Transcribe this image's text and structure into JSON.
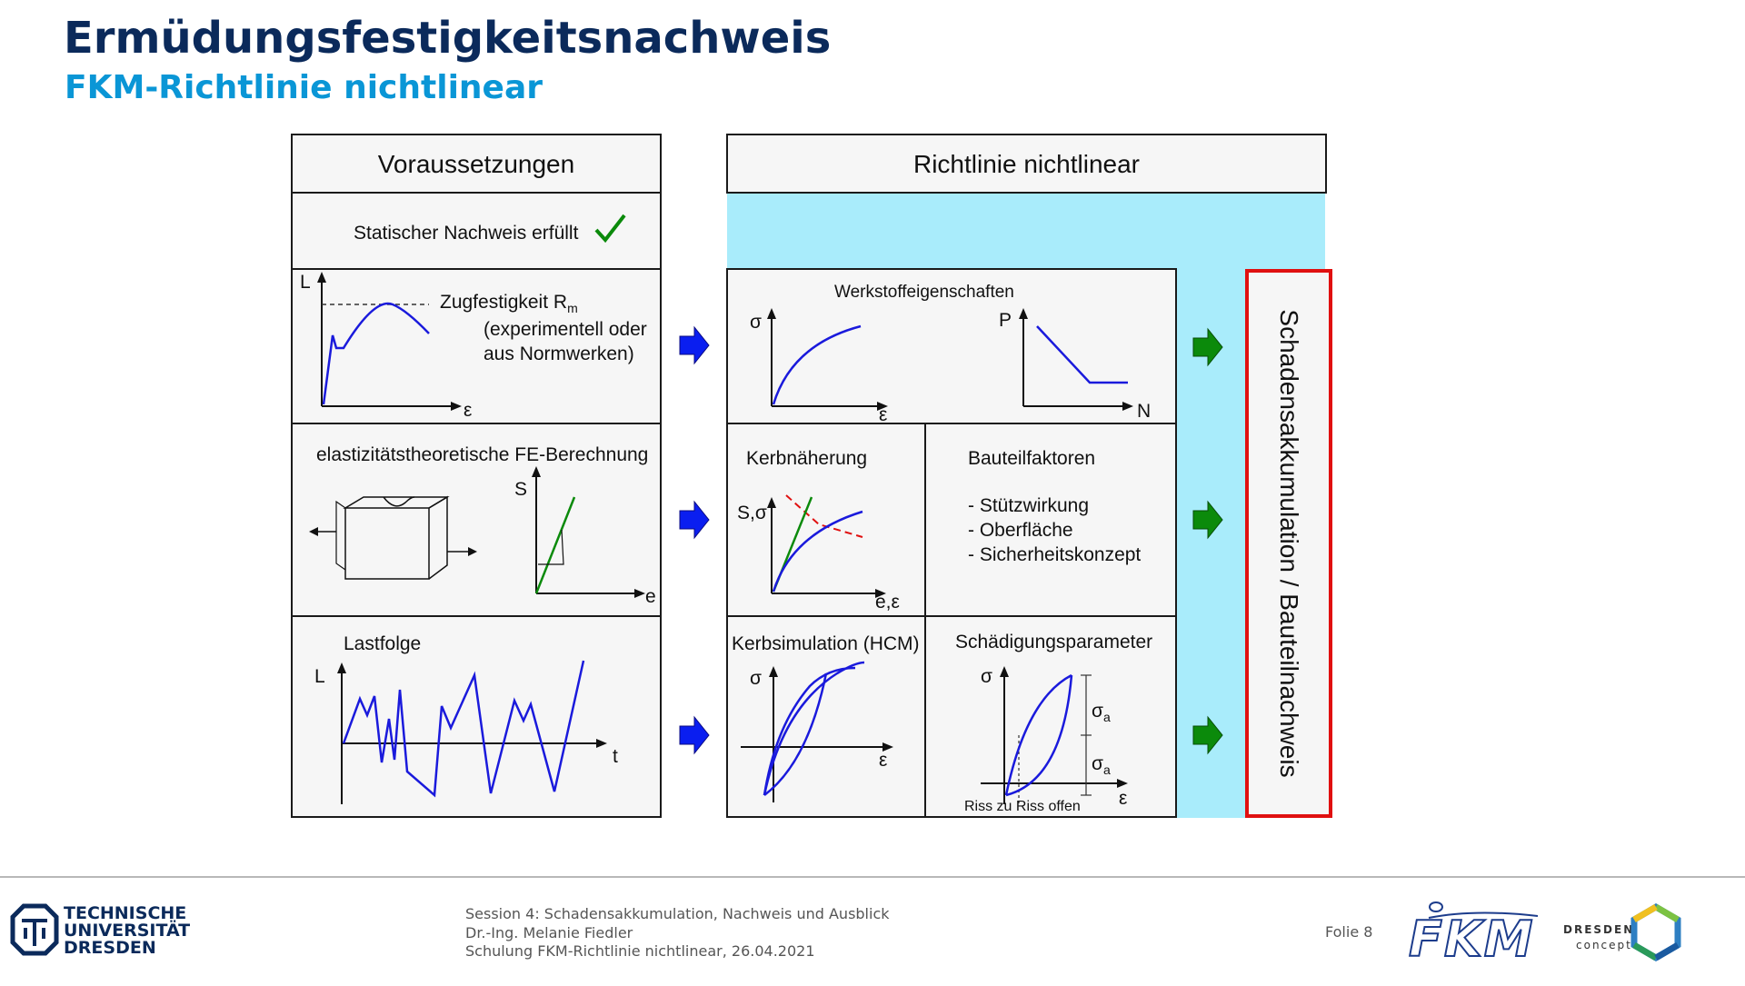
{
  "header": {
    "title": "Ermüdungsfestigkeitsnachweis",
    "subtitle": "FKM-Richtlinie nichtlinear"
  },
  "left": {
    "heading": "Voraussetzungen",
    "static": "Statischer Nachweis erfüllt",
    "tensile_line1": "Zugfestigkeit R",
    "tensile_sub": "m",
    "tensile_line2": "(experimentell oder",
    "tensile_line3": "aus Normwerken)",
    "tensile_axis_y": "L",
    "tensile_axis_x": "ε",
    "fe_title": "elastizitätstheoretische FE-Berechnung",
    "fe_axis_y": "S",
    "fe_axis_x": "e",
    "load_title": "Lastfolge",
    "load_axis_y": "L",
    "load_axis_x": "t"
  },
  "right": {
    "heading": "Richtlinie nichtlinear",
    "material_title": "Werkstoffeigenschaften",
    "material_axis_sigma": "σ",
    "material_axis_eps": "ε",
    "material_axis_p": "P",
    "material_axis_n": "N",
    "notch_title": "Kerbnäherung",
    "notch_axis_y": "S,σ",
    "notch_axis_x": "e,ε",
    "component_title": "Bauteilfaktoren",
    "component_items": [
      "- Stützwirkung",
      "- Oberfläche",
      "- Sicherheitskonzept"
    ],
    "hcm_title": "Kerbsimulation (HCM)",
    "hcm_axis_y": "σ",
    "hcm_axis_x": "ε",
    "damage_title": "Schädigungsparameter",
    "damage_axis_y": "σ",
    "damage_axis_x": "ε",
    "damage_sa1": "σ",
    "damage_sa1_sub": "a",
    "damage_sa2": "σ",
    "damage_sa2_sub": "a",
    "damage_crack": "Riss zu  Riss offen",
    "result": "Schadensakkumulation / Bauteilnachweis"
  },
  "colors": {
    "title": "#0b2a5b",
    "subtitle": "#0a96d6",
    "blue_arrow": "#0a1ef0",
    "green_arrow": "#0b8a0b",
    "cyan_band": "#a9ecfb",
    "result_border": "#e01010",
    "curve": "#1a1adc"
  },
  "footer": {
    "session": "Session 4: Schadensakkumulation, Nachweis und Ausblick",
    "author": "Dr.-Ing. Melanie Fiedler",
    "course": "Schulung FKM-Richtlinie nichtlinear, 26.04.2021",
    "slide": "Folie 8",
    "tud_line1": "TECHNISCHE",
    "tud_line2": "UNIVERSITÄT",
    "tud_line3": "DRESDEN",
    "fkm_logo": "FKM",
    "dresden_line1": "DRESDEN",
    "dresden_line2": "concept",
    "icons": [
      "tud-logo-icon",
      "fkm-logo-icon",
      "dresden-concept-logo-icon",
      "check-icon",
      "arrow-right-icon"
    ]
  }
}
